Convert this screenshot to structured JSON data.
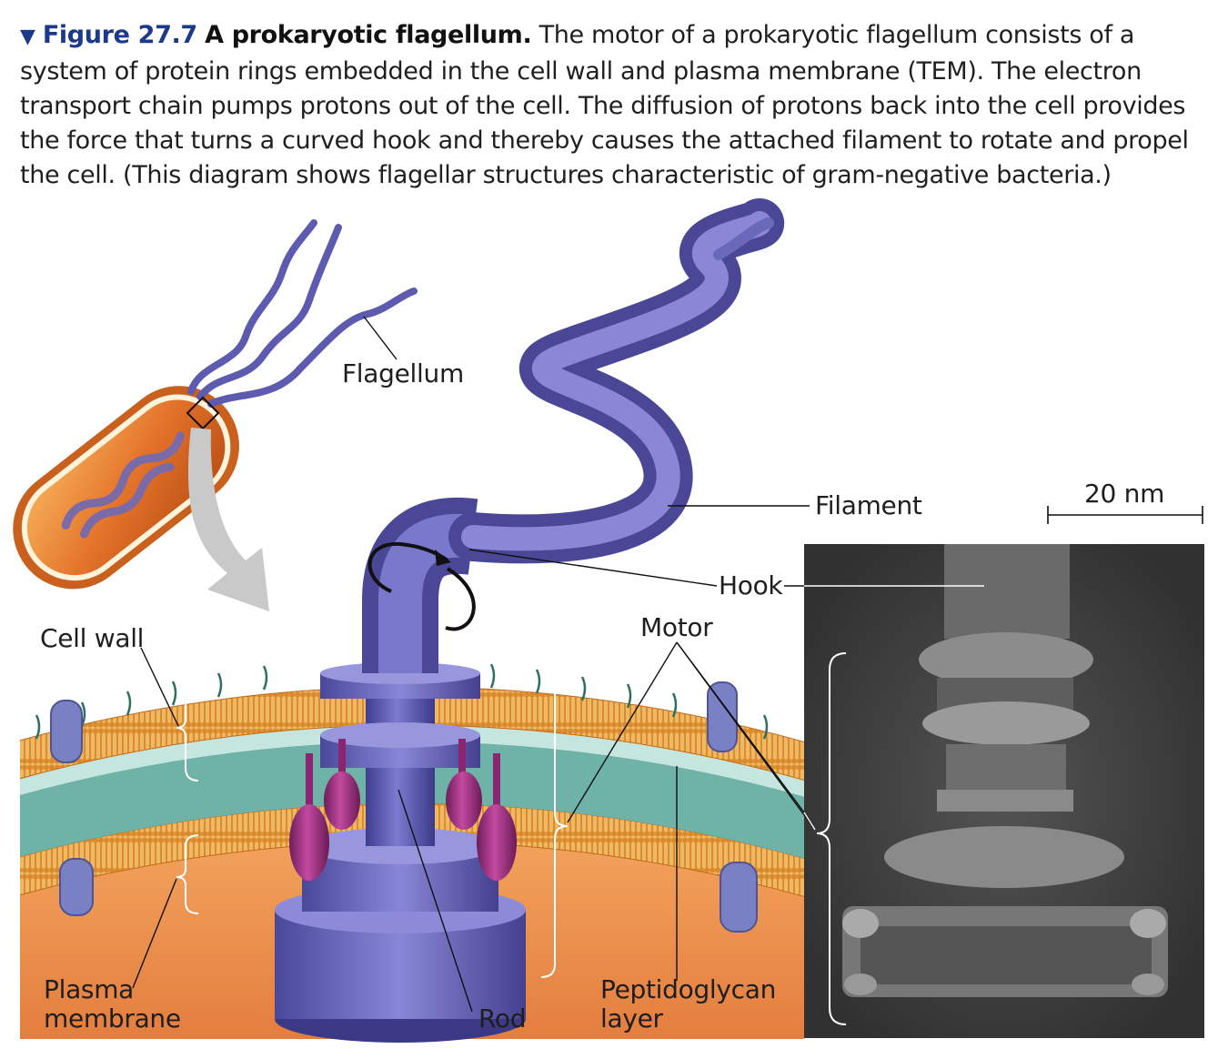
{
  "caption": {
    "figure_number": "Figure 27.7",
    "title": "A prokaryotic flagellum.",
    "body": "The motor of a prokaryotic flagellum consists of a system of protein rings embedded in the cell wall and plasma membrane (TEM). The electron transport chain pumps protons out of the cell. The diffusion of protons back into the cell provides the force that turns a curved hook and thereby causes the attached filament to rotate and propel the cell. (This diagram shows flagellar structures characteristic of gram-negative bacteria.)"
  },
  "labels": {
    "flagellum": "Flagellum",
    "filament": "Filament",
    "hook": "Hook",
    "motor": "Motor",
    "cell_wall": "Cell wall",
    "plasma_membrane_1": "Plasma",
    "plasma_membrane_2": "membrane",
    "rod": "Rod",
    "peptidoglycan_1": "Peptidoglycan",
    "peptidoglycan_2": "layer",
    "scale_bar": "20 nm"
  },
  "colors": {
    "caption_accent": "#1d3a8a",
    "flagellum_blue": "#6a68b8",
    "membrane_orange": "#e8a043",
    "cytoplasm": "#e88a4a",
    "periplasm": "#8ecbbf",
    "motor_protein": "#9a2f7e",
    "tem_background": "#3a3a3a"
  },
  "icons": {
    "caption_marker": "down-triangle-icon",
    "rotation": "rotation-arrow-icon",
    "zoom": "zoom-arrow-icon"
  }
}
